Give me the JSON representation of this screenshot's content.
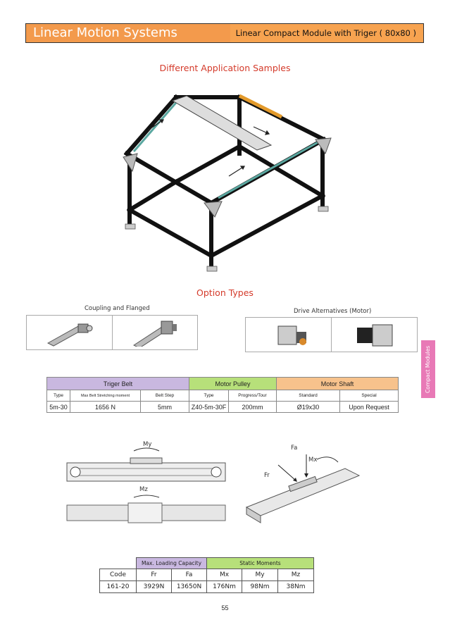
{
  "header": {
    "section_title": "Linear Motion Systems",
    "module_title": "Linear Compact Module with Triger ( 80x80 )",
    "brand_color": "#f39a4c"
  },
  "application": {
    "heading": "Different Application Samples"
  },
  "options": {
    "heading": "Option Types",
    "coupling_label": "Coupling and Flanged",
    "drive_label": "Drive Alternatives (Motor)"
  },
  "side_tab": {
    "label": "Compact Modules",
    "color": "#e879b6"
  },
  "spec_table": {
    "groups": [
      {
        "label": "Triger Belt",
        "color": "#c9b8e0"
      },
      {
        "label": "Motor Pulley",
        "color": "#b7e07a"
      },
      {
        "label": "Motor Shaft",
        "color": "#f7c28c"
      }
    ],
    "headers": [
      "Type",
      "Max Belt Stretching moment",
      "Belt Step",
      "Type",
      "Progress/Tour",
      "Standard",
      "Special"
    ],
    "values": [
      "5m-30",
      "1656 N",
      "5mm",
      "Z40-5m-30F",
      "200mm",
      "Ø19x30",
      "Upon Request"
    ]
  },
  "diagram": {
    "my": "My",
    "mz": "Mz",
    "fa": "Fa",
    "mx": "Mx",
    "fr": "Fr"
  },
  "load_table": {
    "group_max": "Max. Loading Capacity",
    "group_static": "Static Moments",
    "headers": [
      "Code",
      "Fr",
      "Fa",
      "Mx",
      "My",
      "Mz"
    ],
    "values": [
      "161-20",
      "3929N",
      "13650N",
      "176Nm",
      "98Nm",
      "38Nm"
    ]
  },
  "page_number": "55"
}
